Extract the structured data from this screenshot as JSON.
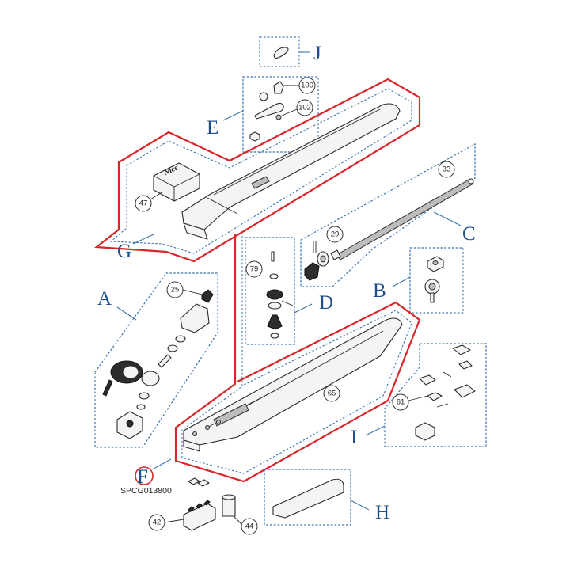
{
  "groups": [
    {
      "letter": "A"
    },
    {
      "letter": "B"
    },
    {
      "letter": "C"
    },
    {
      "letter": "D"
    },
    {
      "letter": "E"
    },
    {
      "letter": "F"
    },
    {
      "letter": "G"
    },
    {
      "letter": "H"
    },
    {
      "letter": "I"
    },
    {
      "letter": "J"
    }
  ],
  "part_numbers": [
    "100",
    "102",
    "33",
    "47",
    "29",
    "79",
    "25",
    "65",
    "61",
    "42",
    "44"
  ],
  "drawing_code": "SPCG013800",
  "brand_mark": "Nice",
  "colors": {
    "group_outline": "#3d74ad",
    "housing_outline": "#d9262a",
    "label_blue": "#1f4e8c"
  }
}
